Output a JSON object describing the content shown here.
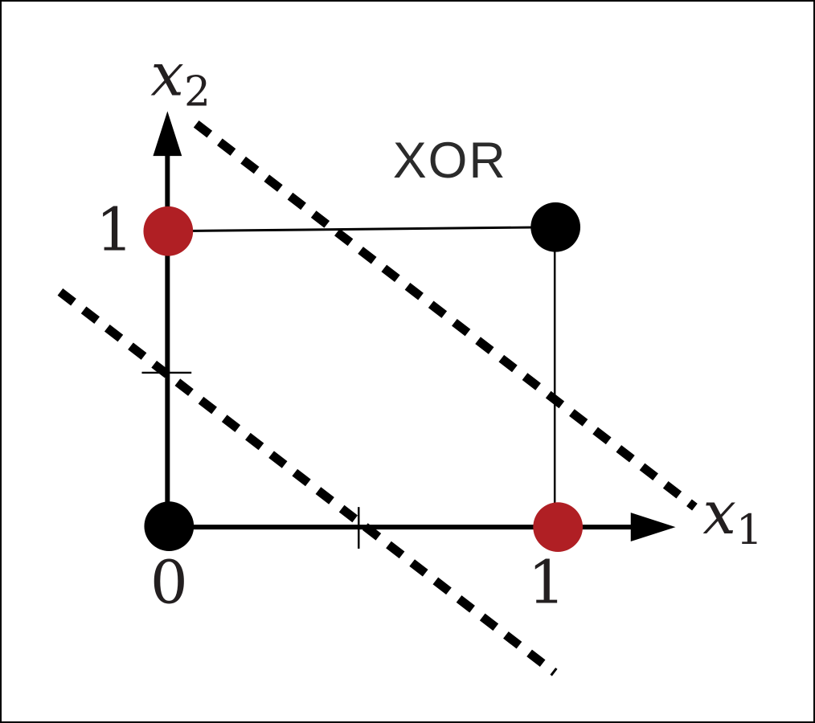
{
  "diagram": {
    "title": "XOR",
    "x_axis_label": {
      "base": "x",
      "sub": "1"
    },
    "y_axis_label": {
      "base": "x",
      "sub": "2"
    },
    "tick_labels": {
      "y_one": "1",
      "origin_zero": "0",
      "x_one": "1"
    },
    "colors": {
      "positive_class": "#B01F24",
      "negative_class": "#000000",
      "line": "#000000",
      "text": "#231F20"
    },
    "points": [
      {
        "x1": 0,
        "x2": 0,
        "class": "negative",
        "color": "#000000"
      },
      {
        "x1": 0,
        "x2": 1,
        "class": "positive",
        "color": "#B01F24"
      },
      {
        "x1": 1,
        "x2": 1,
        "class": "negative",
        "color": "#000000"
      },
      {
        "x1": 1,
        "x2": 0,
        "class": "positive",
        "color": "#B01F24"
      }
    ],
    "dashed_separator_count": 2
  }
}
